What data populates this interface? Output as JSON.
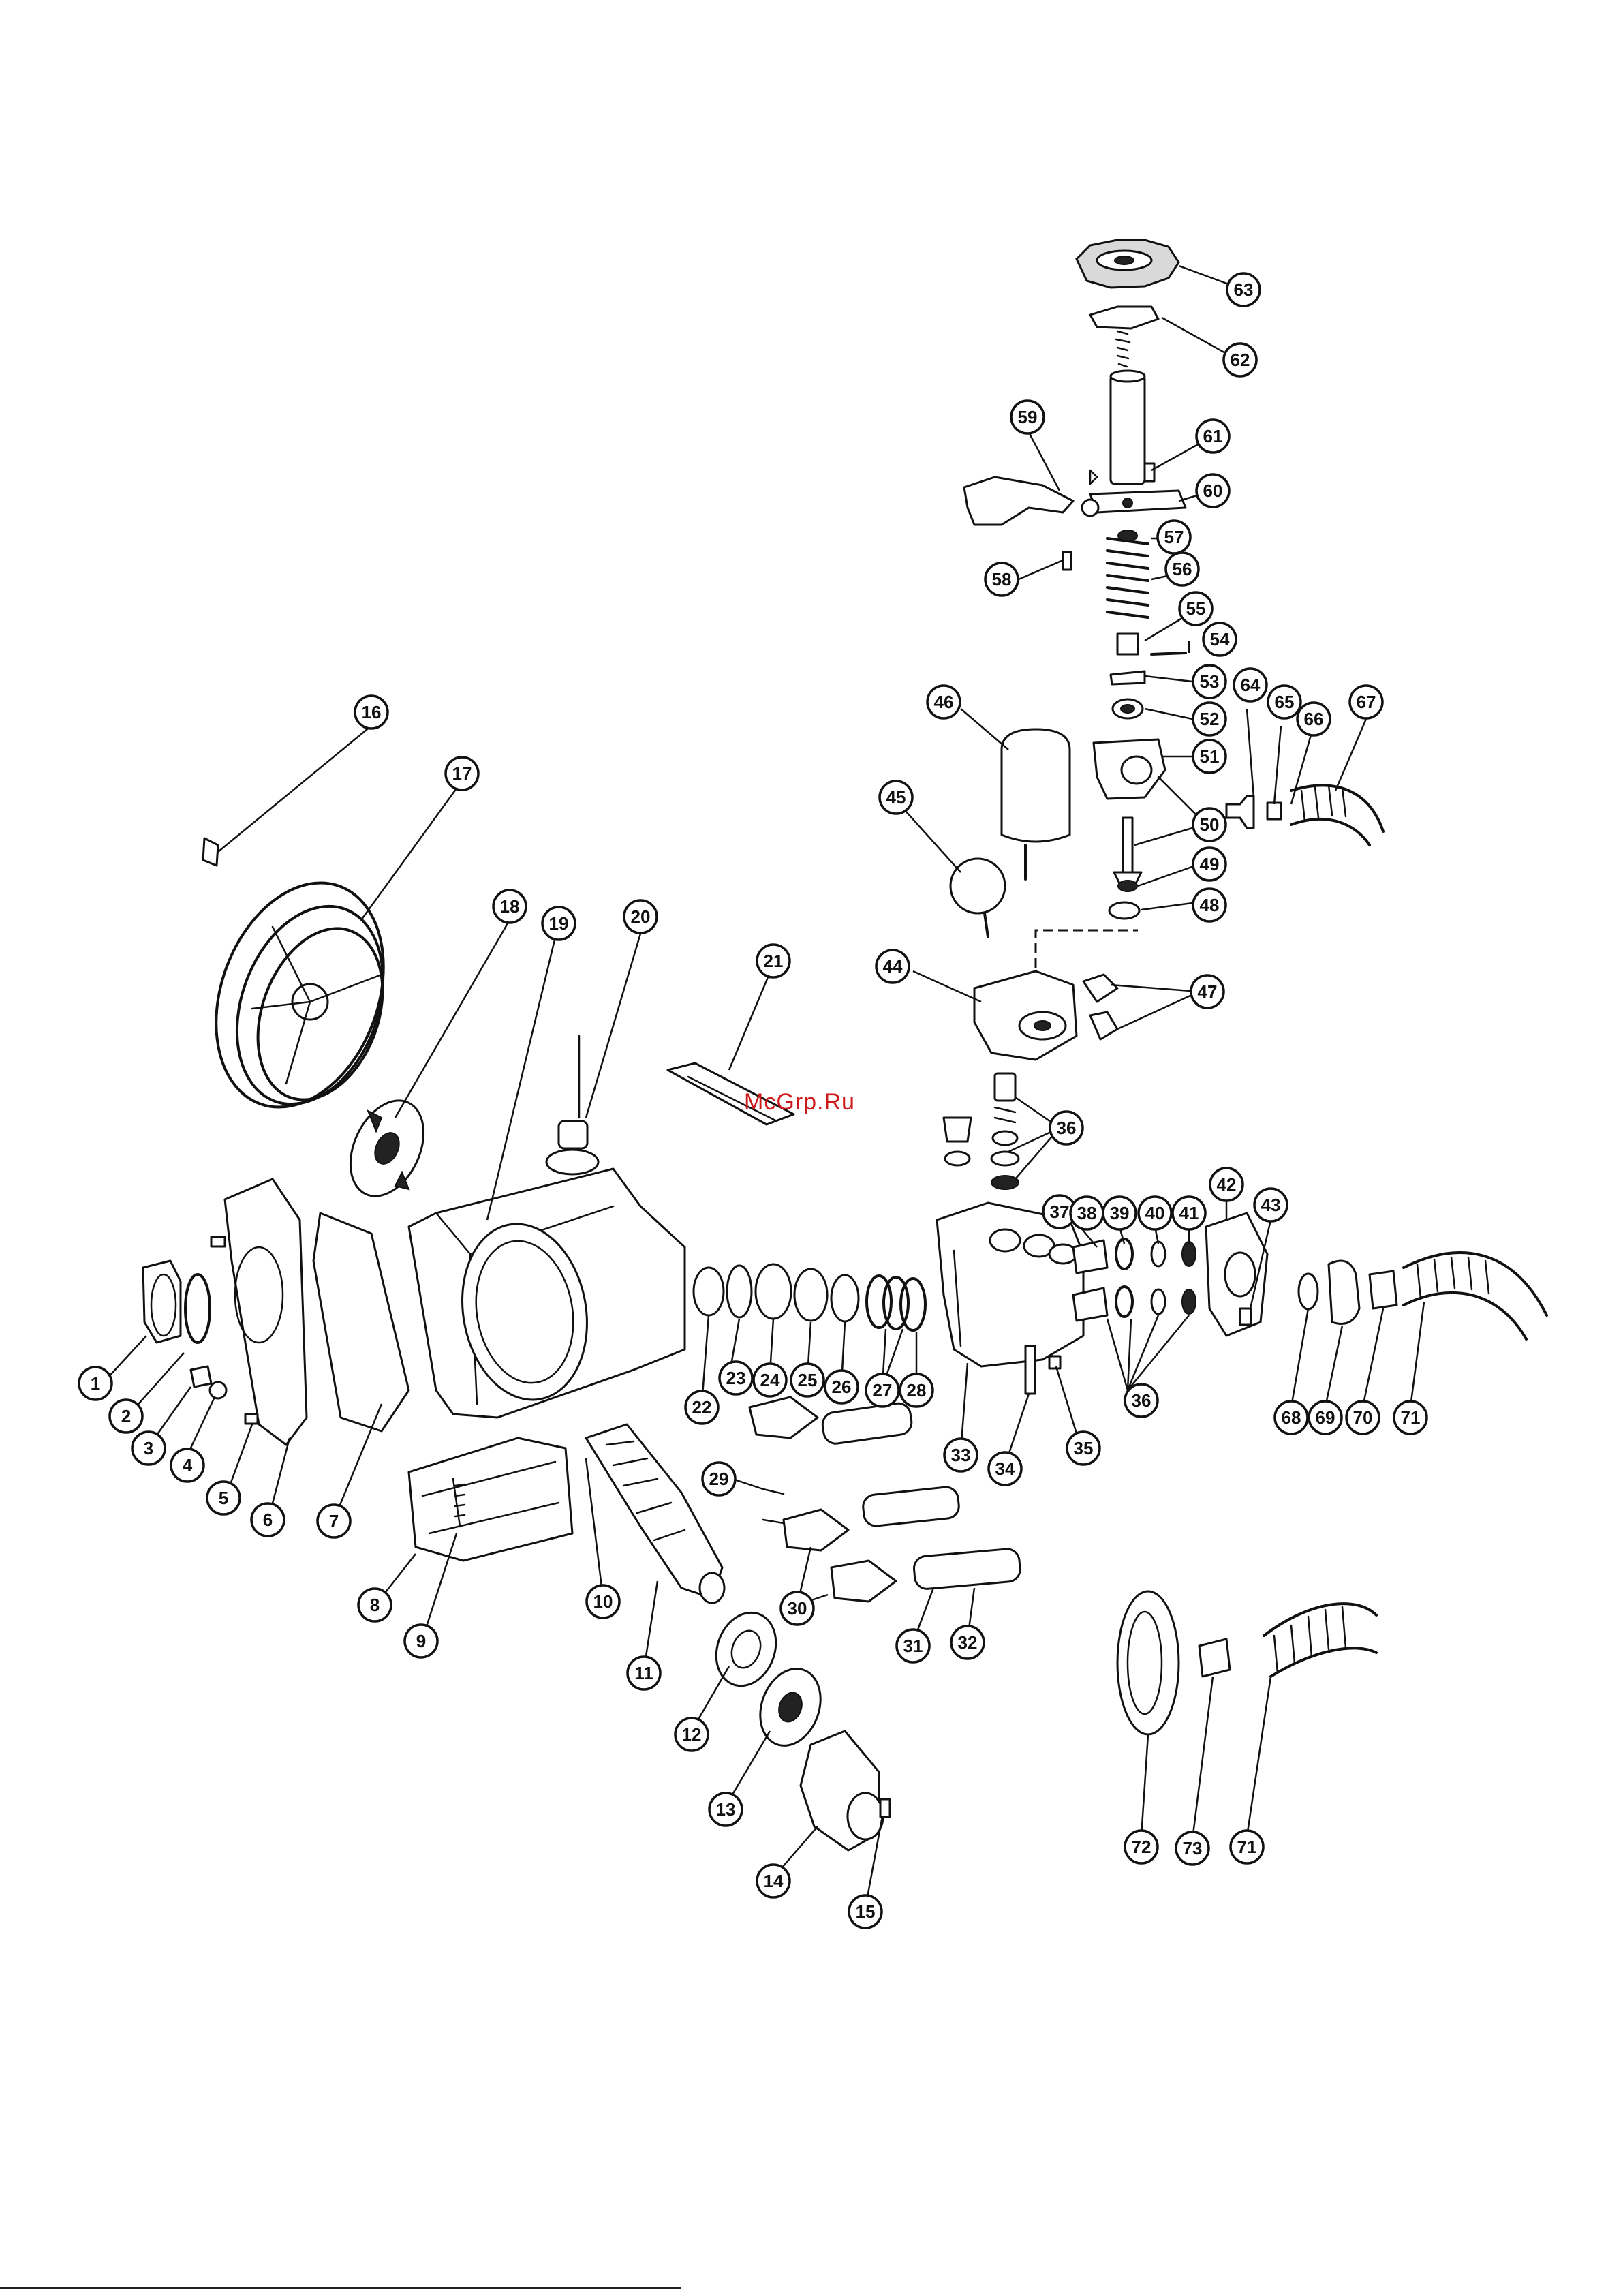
{
  "watermark": "McGrp.Ru",
  "callouts": [
    "1",
    "2",
    "3",
    "4",
    "5",
    "6",
    "7",
    "8",
    "9",
    "10",
    "11",
    "12",
    "13",
    "14",
    "15",
    "16",
    "17",
    "18",
    "19",
    "20",
    "21",
    "22",
    "23",
    "24",
    "25",
    "26",
    "27",
    "28",
    "29",
    "30",
    "31",
    "32",
    "33",
    "34",
    "35",
    "36",
    "36",
    "36",
    "37",
    "38",
    "39",
    "40",
    "41",
    "42",
    "43",
    "44",
    "45",
    "46",
    "47",
    "48",
    "49",
    "50",
    "51",
    "52",
    "53",
    "54",
    "55",
    "56",
    "57",
    "58",
    "59",
    "60",
    "61",
    "62",
    "63",
    "64",
    "65",
    "66",
    "67",
    "68",
    "69",
    "70",
    "71",
    "71",
    "72",
    "73"
  ]
}
